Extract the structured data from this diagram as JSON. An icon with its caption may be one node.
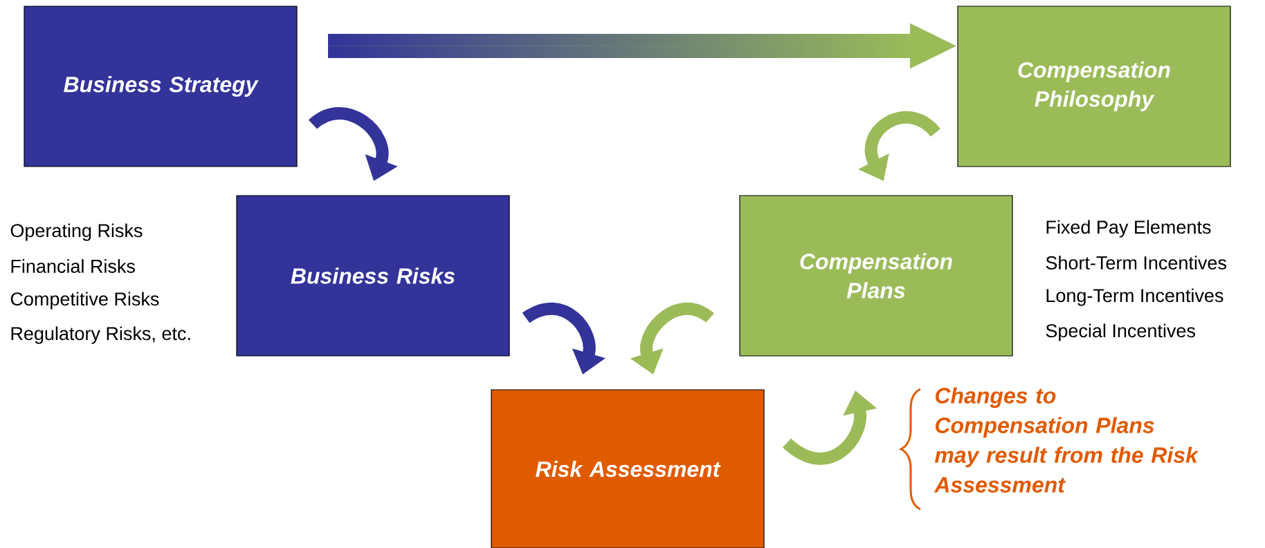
{
  "diagram": {
    "nodes": [
      {
        "text": [
          "Business Strategy"
        ]
      },
      {
        "text": [
          "Compensation Philosophy"
        ]
      },
      {
        "text": [
          "Business Risks"
        ]
      },
      {
        "text": [
          "Compensation Plans"
        ]
      },
      {
        "text": [
          "Risk Assessment"
        ]
      }
    ],
    "edges": [
      {
        "from": 0,
        "to": 1,
        "arrow": "to"
      },
      {
        "from": 0,
        "to": 2,
        "arrow": "to",
        "color": "#333399"
      },
      {
        "from": 1,
        "to": 3,
        "arrow": "to"
      },
      {
        "from": 2,
        "to": 4,
        "arrow": "to",
        "color": "#333399"
      },
      {
        "from": 3,
        "to": 4,
        "arrow": "to"
      },
      {
        "from": 4,
        "to": 3,
        "arrow": "to"
      }
    ],
    "labels": [
      "Operating Risks",
      "Financial Risks",
      "Competitive Risks",
      "Regulatory Risks, etc.",
      "Fixed Pay Elements",
      "Short-Term Incentives",
      "Long-Term Incentives",
      "Special Incentives",
      "Changes to Compensation Plans may result from the Risk Assessment"
    ]
  }
}
